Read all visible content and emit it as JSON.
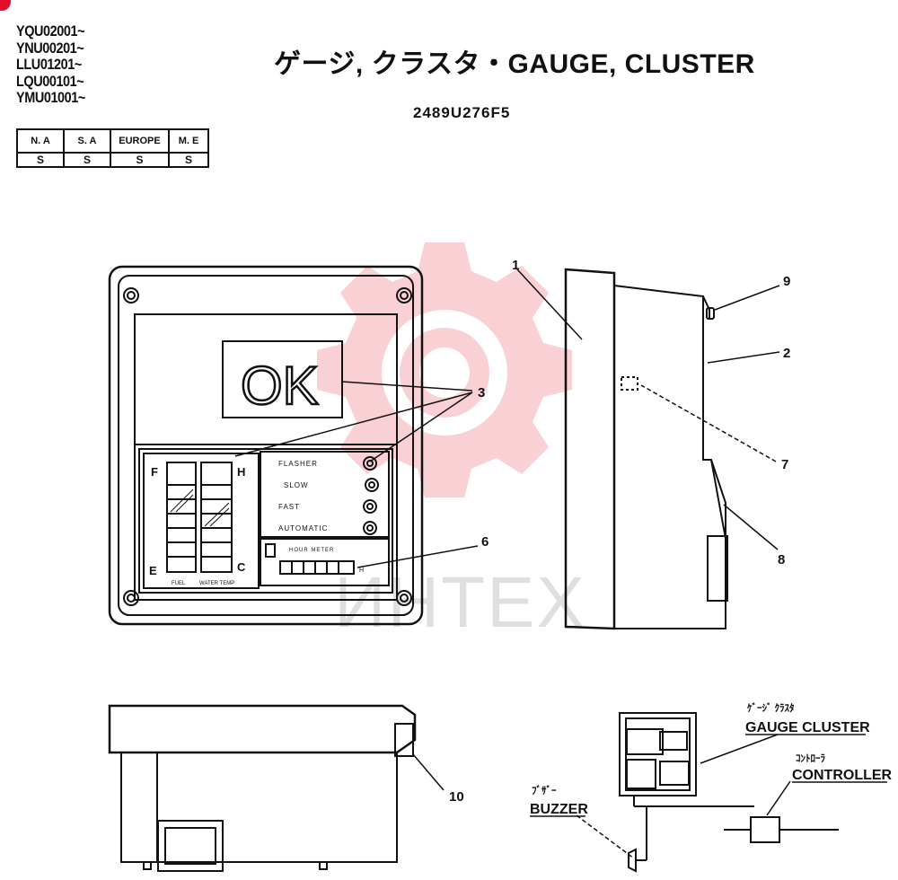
{
  "serials": [
    "YQU02001~",
    "YNU00201~",
    "LLU01201~",
    "LQU00101~",
    "YMU01001~"
  ],
  "title": "ゲージ, クラスタ・GAUGE, CLUSTER",
  "part_number": "2489U276F5",
  "region_table": {
    "headers": [
      "N. A",
      "S. A",
      "EUROPE",
      "M. E"
    ],
    "values": [
      "S",
      "S",
      "S",
      "S"
    ]
  },
  "panel": {
    "display_text": "OK",
    "indicators": [
      "FLASHER",
      "SLOW",
      "FAST",
      "AUTOMATIC"
    ],
    "gauge_left_top": "F",
    "gauge_left_bottom": "E",
    "gauge_right_top": "H",
    "gauge_right_bottom": "C",
    "gauge_left_caption": "FUEL",
    "gauge_right_caption": "WATER TEMP",
    "hourmeter_caption": "HOUR METER",
    "hourmeter_unit": "H"
  },
  "callouts": [
    "1",
    "2",
    "3",
    "6",
    "7",
    "8",
    "9",
    "10"
  ],
  "wiring": {
    "cluster_jp": "ｹﾞｰｼﾞ ｸﾗｽﾀ",
    "cluster_en": "GAUGE CLUSTER",
    "controller_jp": "ｺﾝﾄﾛｰﾗ",
    "controller_en": "CONTROLLER",
    "buzzer_jp": "ﾌﾞｻﾞｰ",
    "buzzer_en": "BUZZER"
  },
  "watermark_text": "ИНТЕХ",
  "colors": {
    "watermark": "#e8303a",
    "ink": "#111111"
  }
}
